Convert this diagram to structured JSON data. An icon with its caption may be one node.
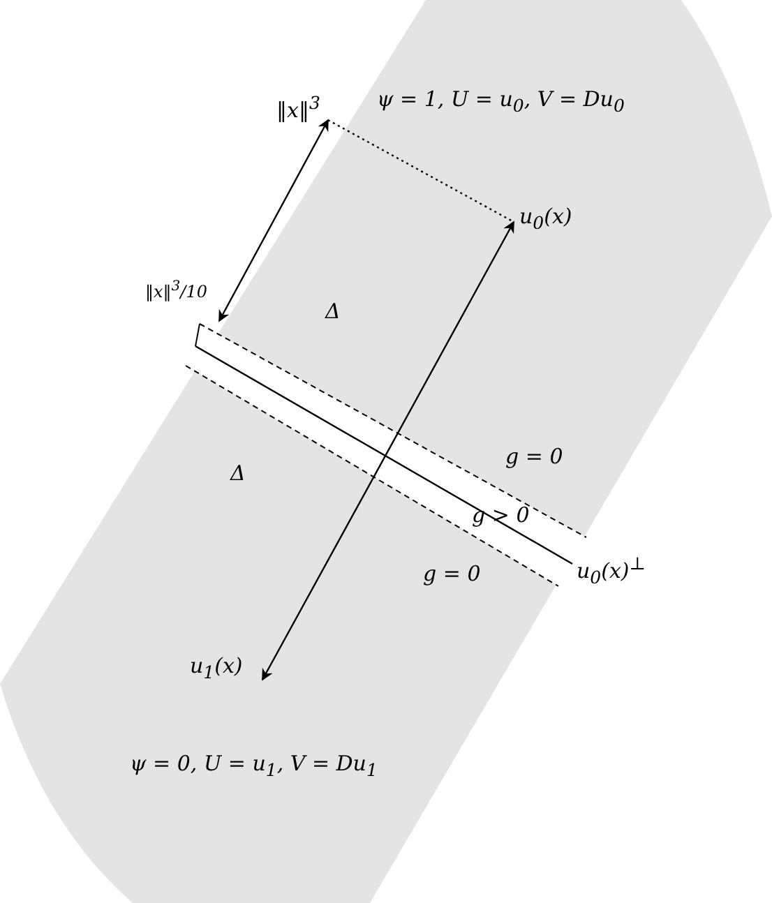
{
  "diagram": {
    "nodes": [
      {
        "text": [
          "‖x‖$^{3}$"
        ]
      },
      {
        "text": [
          "u$_{0}$(x)"
        ]
      },
      {
        "text": [
          "‖x‖$^{3}$/10"
        ]
      },
      {
        "text": [
          "u$_{0}$(x)$^{⊥}$"
        ]
      },
      {
        "text": [
          "u$_{1}$(x)"
        ]
      }
    ],
    "edges": [
      {
        "from": 2,
        "to": 0,
        "arrow": "both"
      },
      {
        "from": 0,
        "to": 1,
        "arrow": "none",
        "style": "dashed"
      },
      {
        "from": 4,
        "to": 1,
        "arrow": "both"
      },
      {
        "from": null,
        "to": 3,
        "arrow": "none"
      }
    ],
    "labels": [
      "ψ = 1, U = u$_{0}$, V = Du$_{0}$",
      "Δ",
      "Δ",
      "g = 0",
      "g > 0",
      "g = 0",
      "ψ = 0, U = u$_{1}$, V = Du$_{1}$"
    ]
  }
}
